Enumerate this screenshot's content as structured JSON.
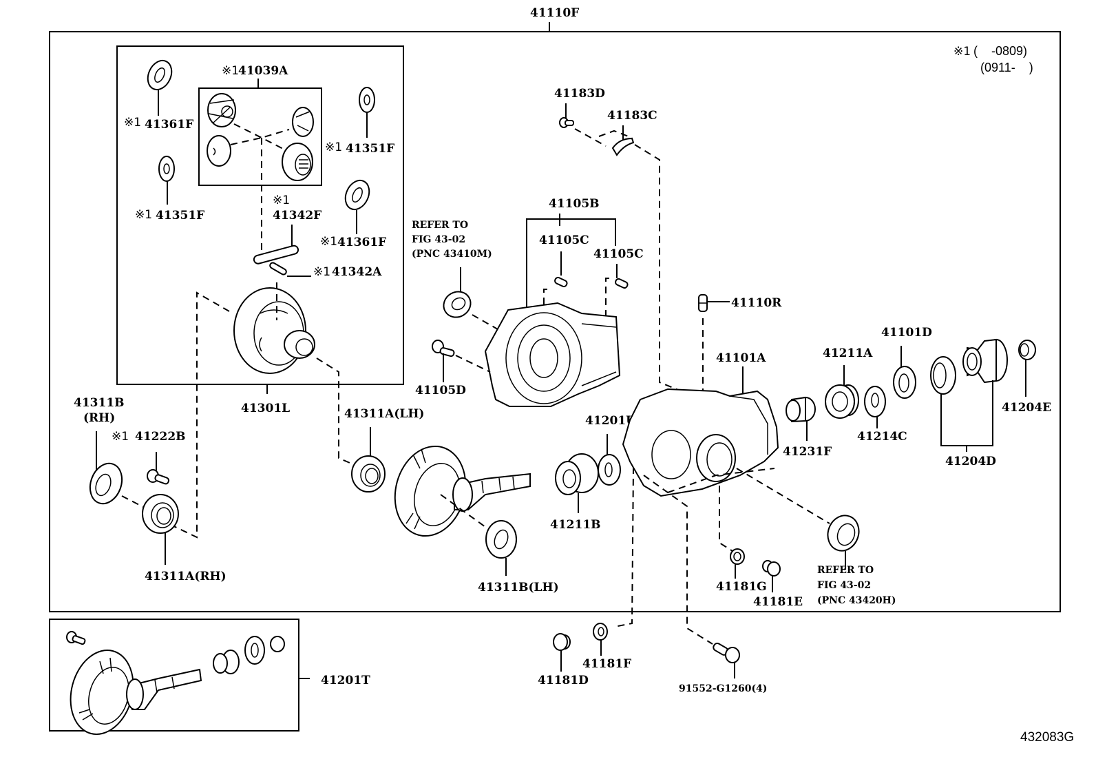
{
  "figure": {
    "assembly_label": "41110F",
    "figure_number": "432083G",
    "production_note": {
      "mark": "※1",
      "line1": "(    -0809)",
      "line2": "(0911-    )"
    }
  },
  "callouts": {
    "p41039A": {
      "mark": "※1",
      "code": "41039A"
    },
    "p41361F_top": {
      "mark": "※1",
      "code": "41361F"
    },
    "p41351F_right": {
      "mark": "※1",
      "code": "41351F"
    },
    "p41351F_left": {
      "mark": "※1",
      "code": "41351F"
    },
    "p41342F": {
      "mark": "※1",
      "code": "41342F"
    },
    "p41361F_lower": {
      "mark": "※1",
      "code": "41361F"
    },
    "p41342A": {
      "mark": "※1",
      "code": "41342A"
    },
    "p41301L": {
      "code": "41301L"
    },
    "p41311B_RH": {
      "code": "41311B",
      "suffix": "(RH)"
    },
    "p41222B": {
      "mark": "※1",
      "code": "41222B"
    },
    "p41311A_RH": {
      "code": "41311A(RH)"
    },
    "p41311A_LH": {
      "code": "41311A(LH)"
    },
    "p41311B_LH": {
      "code": "41311B(LH)"
    },
    "p41183D": {
      "code": "41183D"
    },
    "p41183C": {
      "code": "41183C"
    },
    "p41105B": {
      "code": "41105B"
    },
    "p41105C_a": {
      "code": "41105C"
    },
    "p41105C_b": {
      "code": "41105C"
    },
    "p41105D": {
      "code": "41105D"
    },
    "p41201U": {
      "code": "41201U"
    },
    "p41211B": {
      "code": "41211B"
    },
    "p41110R": {
      "code": "41110R"
    },
    "p41101A": {
      "code": "41101A"
    },
    "p41211A": {
      "code": "41211A"
    },
    "p41101D": {
      "code": "41101D"
    },
    "p41231F": {
      "code": "41231F"
    },
    "p41214C": {
      "code": "41214C"
    },
    "p41204D": {
      "code": "41204D"
    },
    "p41204E": {
      "code": "41204E"
    },
    "p41181G": {
      "code": "41181G"
    },
    "p41181E": {
      "code": "41181E"
    },
    "p41181F": {
      "code": "41181F"
    },
    "p41181D": {
      "code": "41181D"
    },
    "p91552": {
      "code": "91552-G1260(4)"
    },
    "p41201T": {
      "code": "41201T"
    }
  },
  "refer_notes": {
    "front": {
      "line1": "REFER TO",
      "line2": "FIG 43-02",
      "line3": "(PNC 43410M)"
    },
    "rear": {
      "line1": "REFER TO",
      "line2": "FIG 43-02",
      "line3": "(PNC 43420H)"
    }
  }
}
